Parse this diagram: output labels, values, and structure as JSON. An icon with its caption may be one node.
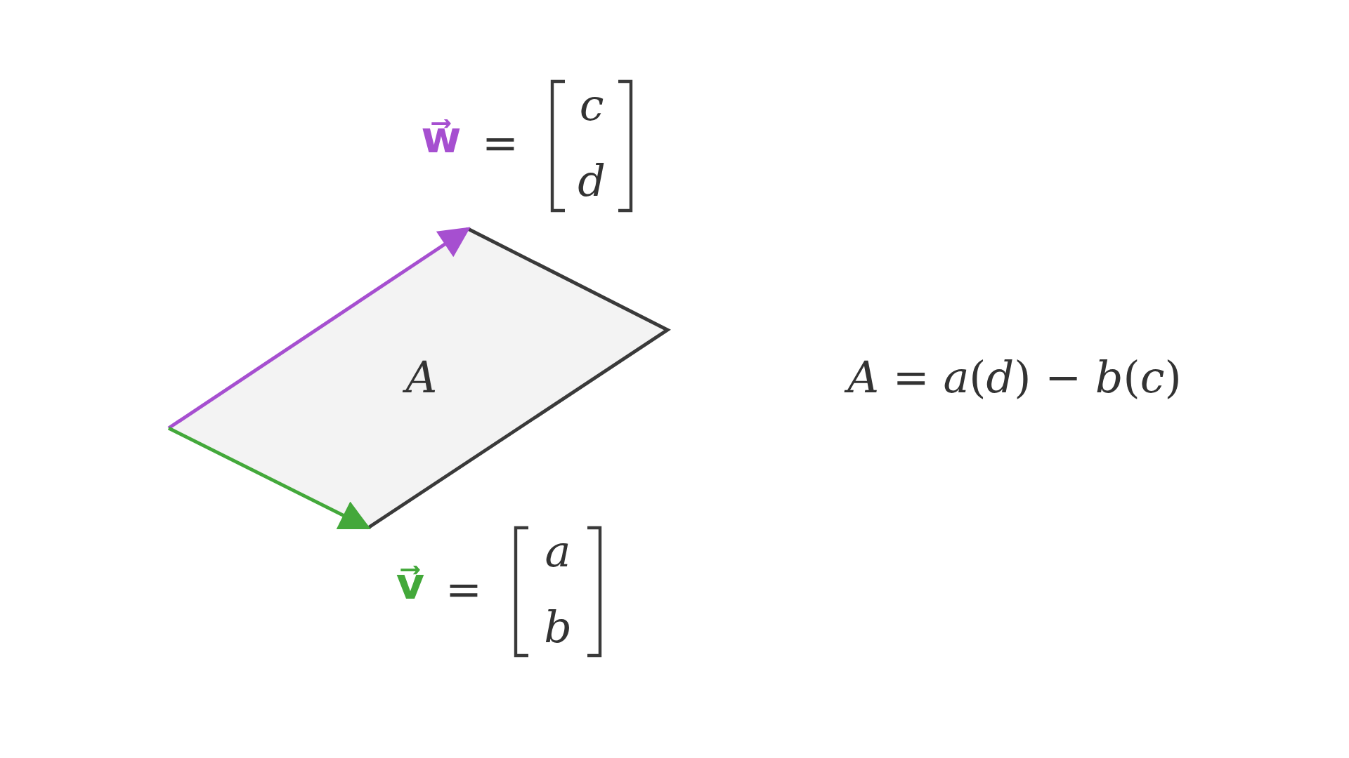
{
  "diagram": {
    "nodes": [
      {
        "text": [
          "A"
        ]
      }
    ],
    "labels": [
      "w⃗",
      "=",
      "c",
      "d",
      "*A* = *a*(*d*) − *b*(*c*)",
      "v⃗",
      "=",
      "a",
      "b"
    ]
  }
}
